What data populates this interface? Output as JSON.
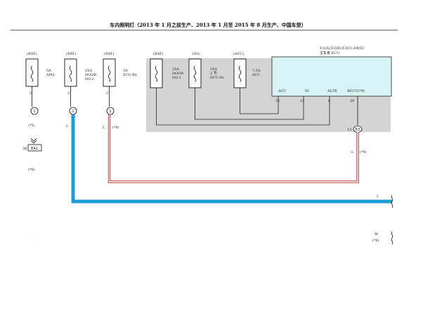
{
  "title": "车内照明灯（2013 年 1 月之前生产、2013 年 1 月至 2015 年 8 月生产、中国车型）",
  "fuses": [
    {
      "source": "(BAT)",
      "lines": [
        "5A",
        "AM2"
      ],
      "pin": "2",
      "conn": "1"
    },
    {
      "source": "(BAT)",
      "lines": [
        "25A",
        "DOOR",
        "NO.2"
      ],
      "pin": "2",
      "conn": "1"
    },
    {
      "source": "(BAT)",
      "lines": [
        "5A",
        "ECU-B1"
      ],
      "pin": "2",
      "conn": "1"
    },
    {
      "source": "(BAT)",
      "lines": [
        "25A",
        "DOOR",
        "NO.1"
      ]
    },
    {
      "source": "(IG)",
      "lines": [
        "10A",
        "2 号",
        "ECU-IG"
      ]
    },
    {
      "source": "(ACC)",
      "lines": [
        "7.5A",
        "ACC"
      ]
    }
  ],
  "ecu": {
    "codes": "E1(A),E2(B),E3(C),E4(D)",
    "name": "主车身 ECU",
    "pins": [
      {
        "label": "ACC",
        "num": "22"
      },
      {
        "label": "IG",
        "num": "13"
      },
      {
        "label": "ALTB",
        "num": "6"
      },
      {
        "label": "BECU(*9)",
        "num": "26"
      }
    ],
    "output_pin": "13",
    "output_conn": "E3"
  },
  "left_labels": {
    "mark1": "(*5)",
    "connector_num": "36",
    "connector": "EA2",
    "mark2": "(*6)",
    "dot": "."
  },
  "wire_marks": {
    "left": "(*9)",
    "left_prefix": "L",
    "right": "(*9)",
    "right_prefix": "L",
    "bottom": "L",
    "small": "L",
    "right_bottom": "(*6)",
    "right_bottom_prefix": "W"
  }
}
